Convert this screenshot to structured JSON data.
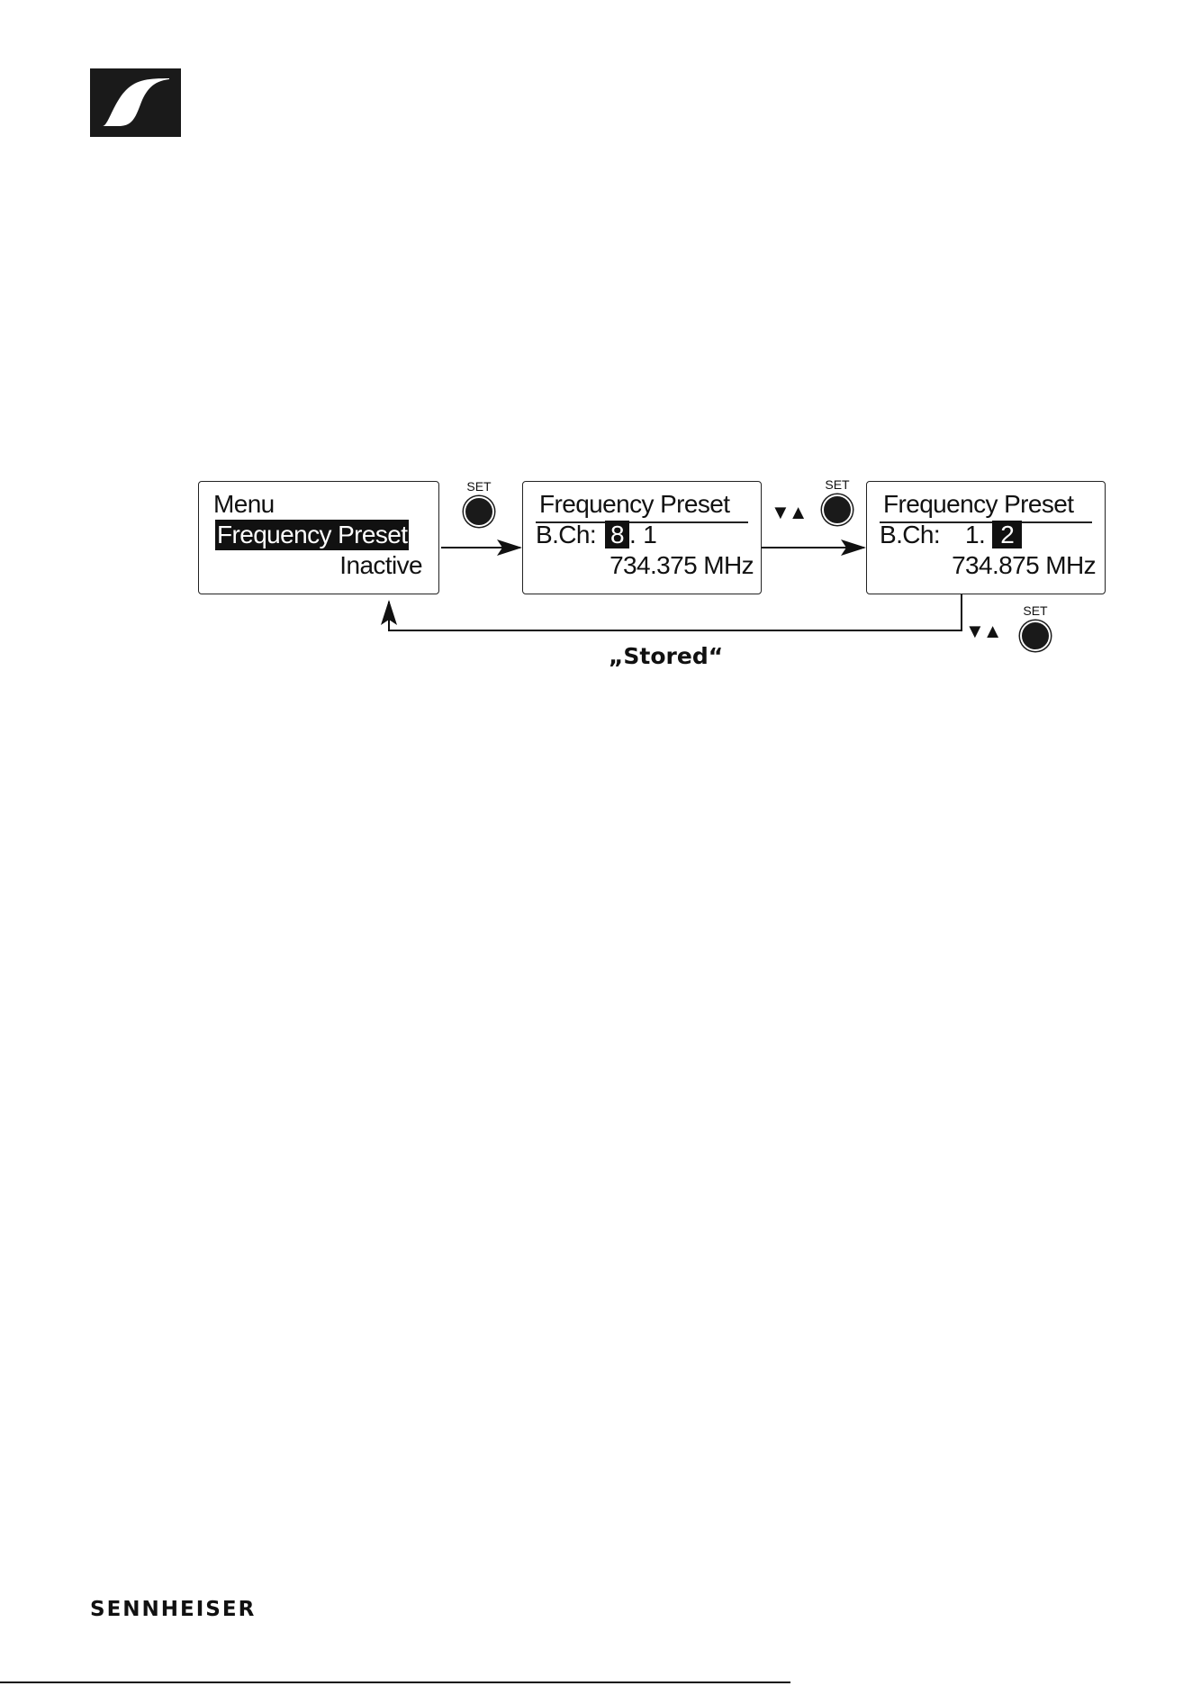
{
  "screens": [
    {
      "lines": [
        "Menu",
        "Frequency Preset",
        "Inactive"
      ]
    },
    {
      "title": "Frequency Preset",
      "bch_label": "B.Ch:",
      "bank": "8",
      "sep": ".",
      "channel": "1",
      "freq": "734.375 MHz"
    },
    {
      "title": "Frequency Preset",
      "bch_label": "B.Ch:",
      "bank": "1",
      "sep": ".",
      "channel": "2",
      "freq": "734.875 MHz"
    }
  ],
  "set_label": "SET",
  "updown_glyphs": "▼▲",
  "stored_caption": "„Stored“",
  "brand": "SENNHEISER",
  "icons": [
    "sennheiser-logo-icon",
    "set-button-icon",
    "down-up-arrows-icon",
    "flow-arrow-icon"
  ]
}
